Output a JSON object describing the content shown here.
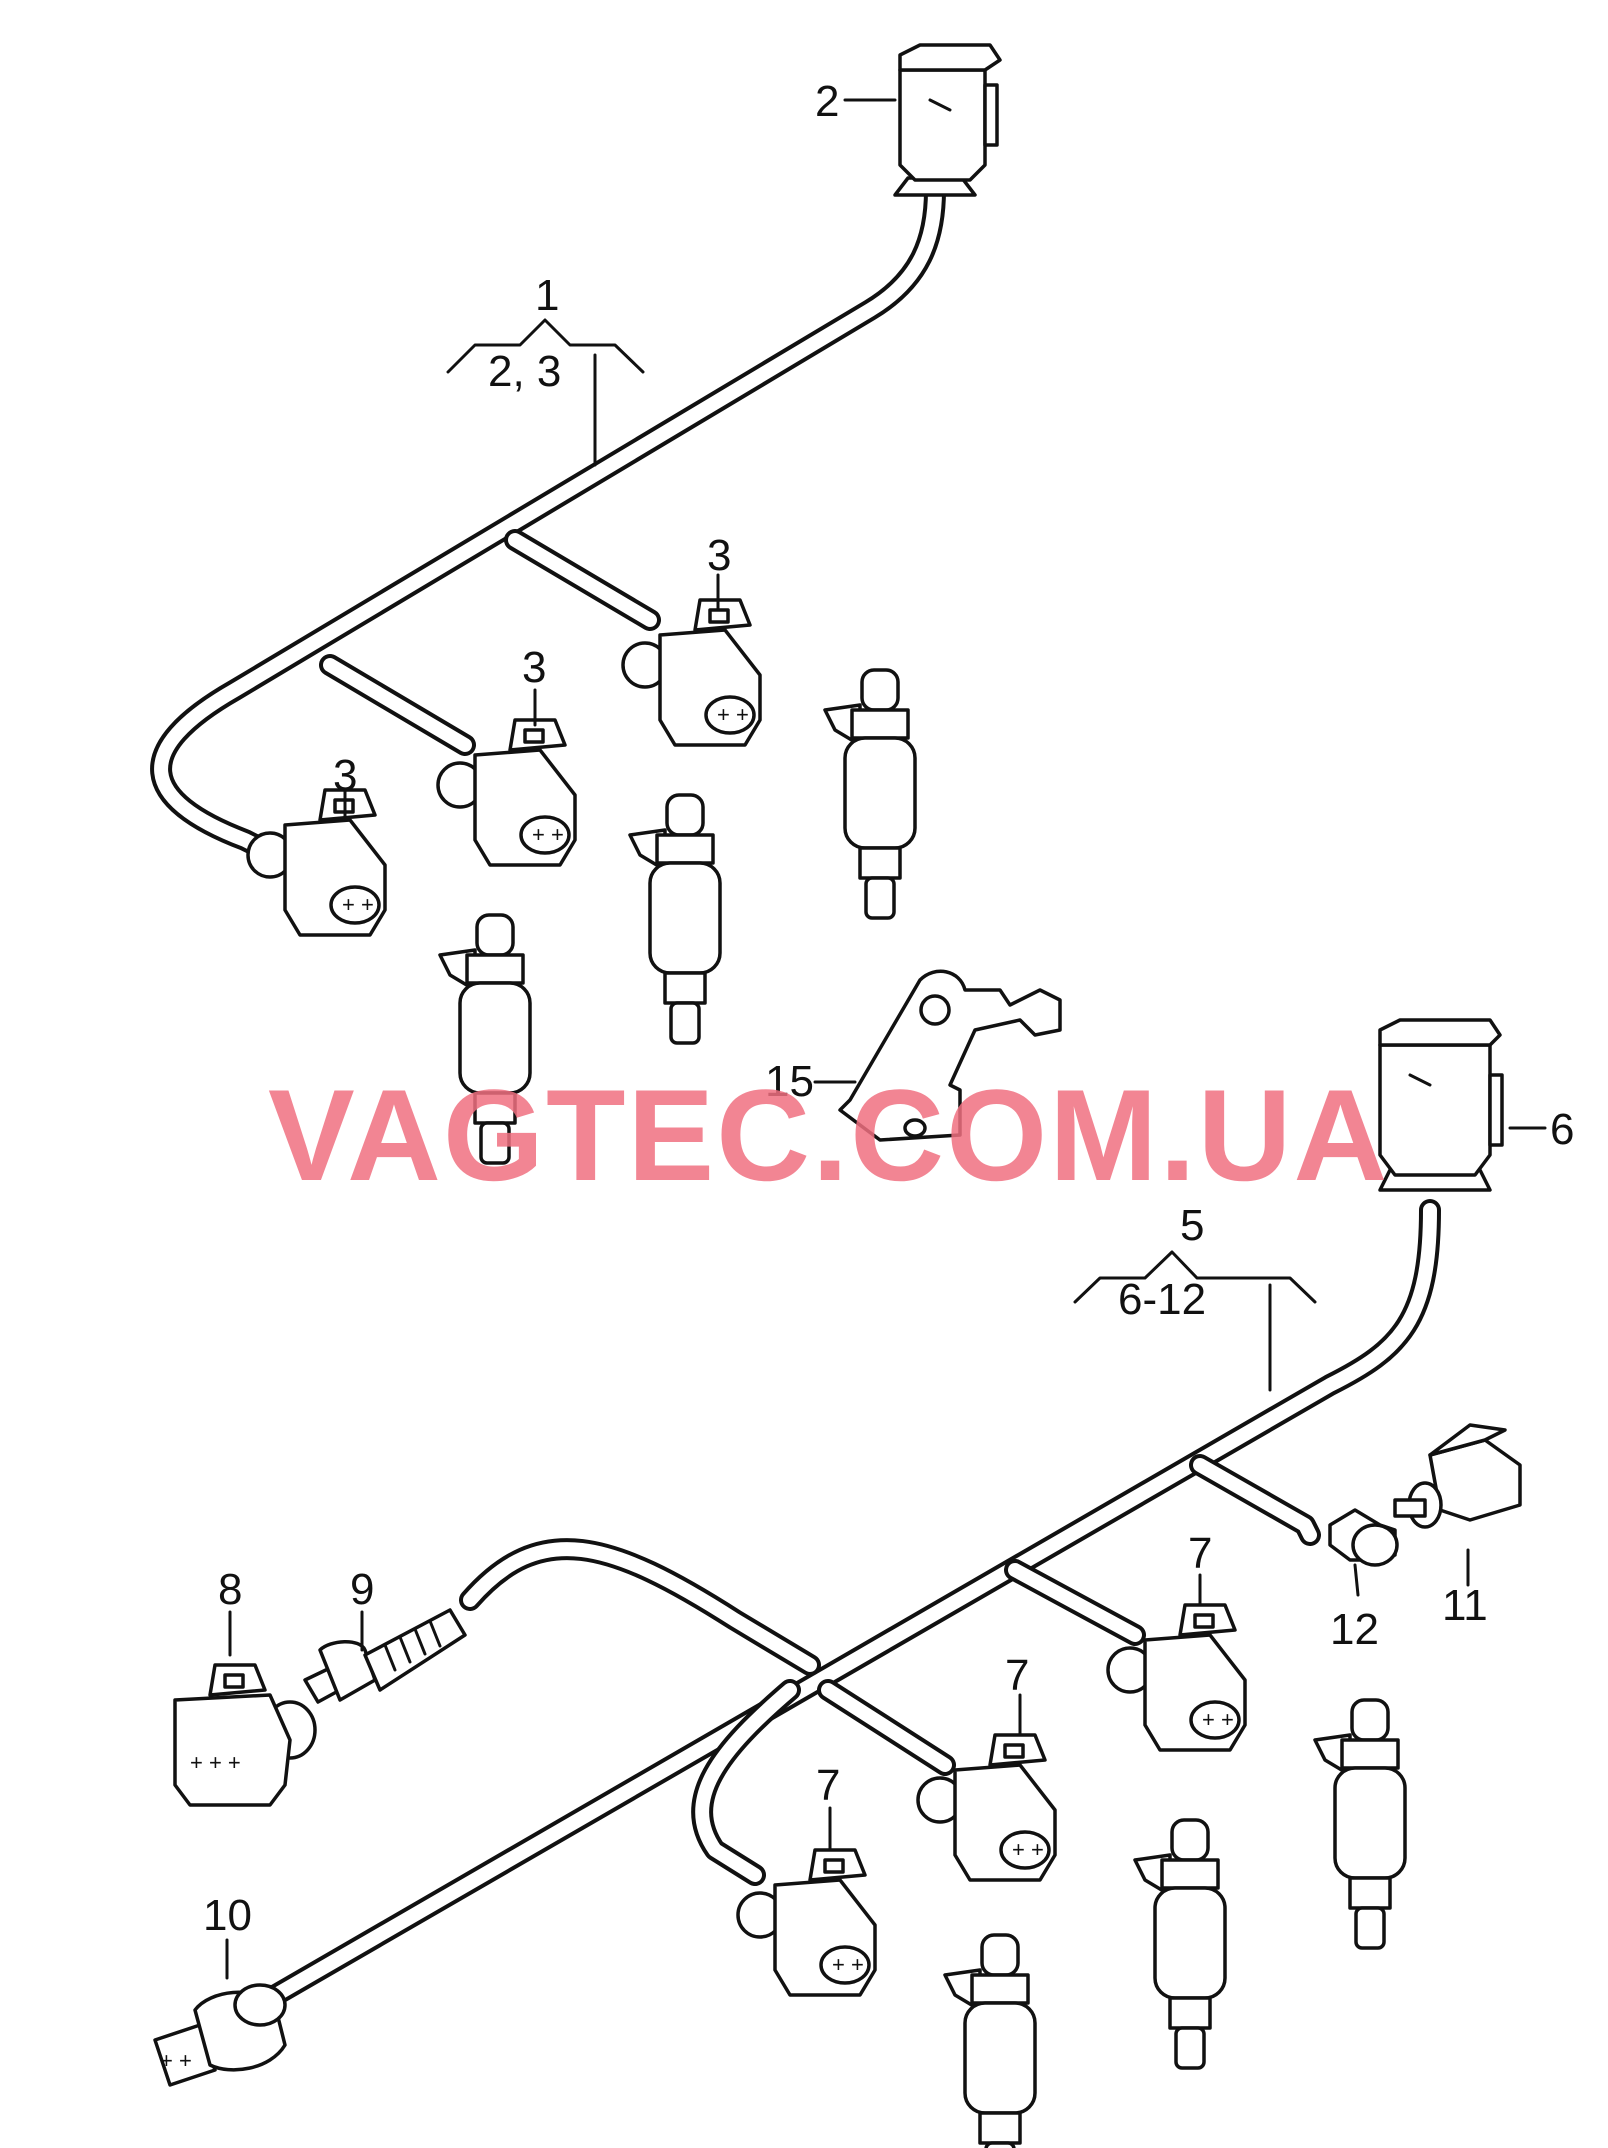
{
  "labels": {
    "l1": "1",
    "l1_range": "2, 3",
    "l2": "2",
    "l3a": "3",
    "l3b": "3",
    "l3c": "3",
    "l5": "5",
    "l5_range": "6-12",
    "l6": "6",
    "l7a": "7",
    "l7b": "7",
    "l7c": "7",
    "l8": "8",
    "l9": "9",
    "l10": "10",
    "l11": "11",
    "l12": "12",
    "l15": "15"
  },
  "watermark": "VAGTEC.COM.UA",
  "colors": {
    "watermark": "#f07080",
    "line": "#111111"
  }
}
